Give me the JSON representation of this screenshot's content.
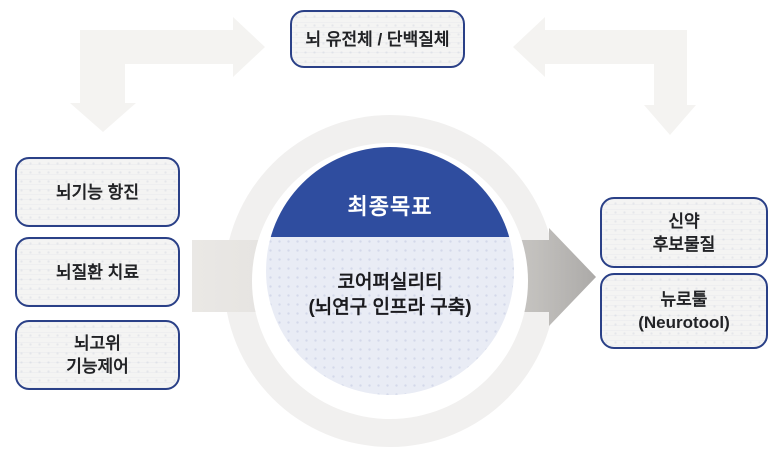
{
  "diagram": {
    "top_box": {
      "lines": [
        "뇌 유전체 / 단백질체"
      ]
    },
    "left_boxes": [
      {
        "lines": [
          "뇌기능 항진",
          ""
        ]
      },
      {
        "lines": [
          "뇌질환 치료",
          ""
        ]
      },
      {
        "lines": [
          "뇌고위",
          "기능제어"
        ]
      }
    ],
    "center": {
      "goal_label": "최종목표",
      "core_line1": "코어퍼실리티",
      "core_line2": "(뇌연구 인프라 구축)"
    },
    "right_boxes": [
      {
        "lines": [
          "신약",
          "후보물질"
        ]
      },
      {
        "lines": [
          "뉴로툴",
          "(Neurotool)"
        ]
      }
    ],
    "icons": {
      "elbow_arrow_top_left": "L-shaped arrow pointing right and down",
      "elbow_arrow_top_right": "L-shaped arrow pointing left and down",
      "flow_arrow": "right-pointing arrow through circle"
    },
    "colors": {
      "accent_blue": "#2F4D9F",
      "box_border": "#2A4087",
      "lavender_fill": "#E9ECF5",
      "outer_ring_gray": "#F1F0EF",
      "elbow_arrow_gray": "#F4F3F1",
      "flow_arrow_light": "#EAE8E5",
      "flow_arrow_dark": "#ACAAA8",
      "text_dark": "#222326"
    }
  }
}
